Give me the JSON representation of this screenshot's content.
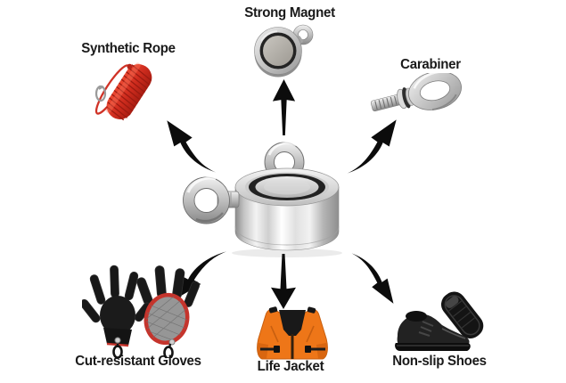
{
  "diagram": {
    "type": "product-feature-callout",
    "center_item": {
      "icon": "double-eyebolt-fishing-magnet-icon"
    },
    "items": [
      {
        "id": "strong-magnet",
        "label": "Strong Magnet",
        "icon": "magnet-top-view-icon",
        "position": "top-center",
        "arrow": "straight-up"
      },
      {
        "id": "synthetic-rope",
        "label": "Synthetic Rope",
        "icon": "red-rope-coil-icon",
        "position": "top-left",
        "arrow": "curved-up-left"
      },
      {
        "id": "carabiner",
        "label": "Carabiner",
        "icon": "eye-bolt-icon",
        "position": "top-right",
        "arrow": "curved-up-right"
      },
      {
        "id": "cut-resistant-gloves",
        "label": "Cut-resistant Gloves",
        "icon": "gloves-icon",
        "position": "bottom-left",
        "arrow": "curved-down-left"
      },
      {
        "id": "life-jacket",
        "label": "Life Jacket",
        "icon": "life-jacket-icon",
        "position": "bottom-center",
        "arrow": "straight-down"
      },
      {
        "id": "non-slip-shoes",
        "label": "Non-slip Shoes",
        "icon": "shoes-icon",
        "position": "bottom-right",
        "arrow": "curved-down-right"
      }
    ],
    "colors": {
      "background": "#ffffff",
      "label_text": "#1a1a1a",
      "arrow_black": "#0c0c0c",
      "rope_red": "#cf2c1e",
      "glove_trim_red": "#c5342c",
      "jacket_orange": "#ee7618",
      "metal_silver": "#c0c0c0",
      "magnet_groove_black": "#222222"
    }
  }
}
